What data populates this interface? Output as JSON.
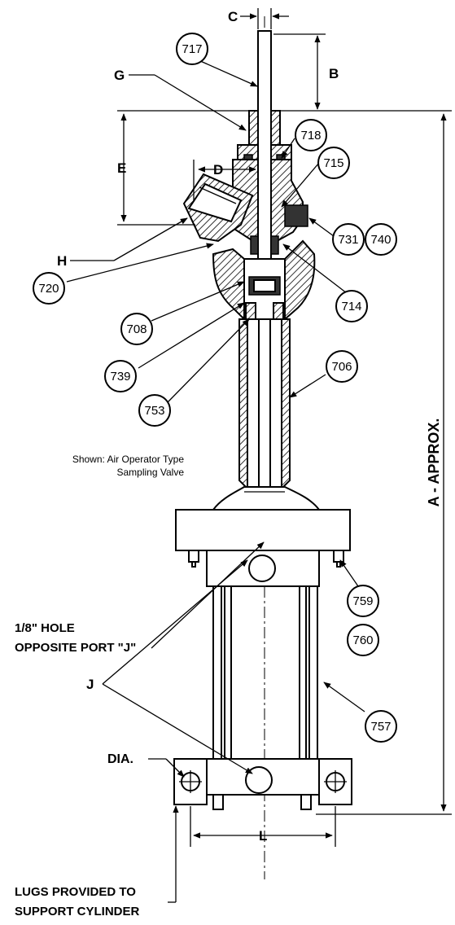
{
  "callouts": {
    "c717": "717",
    "c718": "718",
    "c715": "715",
    "c731": "731",
    "c740": "740",
    "c720": "720",
    "c714": "714",
    "c708": "708",
    "c739": "739",
    "c706": "706",
    "c753": "753",
    "c759": "759",
    "c760": "760",
    "c757": "757"
  },
  "letters": {
    "C": "C",
    "B": "B",
    "G": "G",
    "E": "E",
    "D": "D",
    "H": "H",
    "J": "J",
    "L": "L",
    "dia": "DIA.",
    "a_approx": "A - APPROX."
  },
  "notes": {
    "shown_line1": "Shown: Air Operator Type",
    "shown_line2": "Sampling Valve",
    "hole_line1": "1/8\" HOLE",
    "hole_line2": "OPPOSITE PORT \"J\"",
    "lugs_line1": "LUGS PROVIDED TO",
    "lugs_line2": "SUPPORT CYLINDER"
  }
}
